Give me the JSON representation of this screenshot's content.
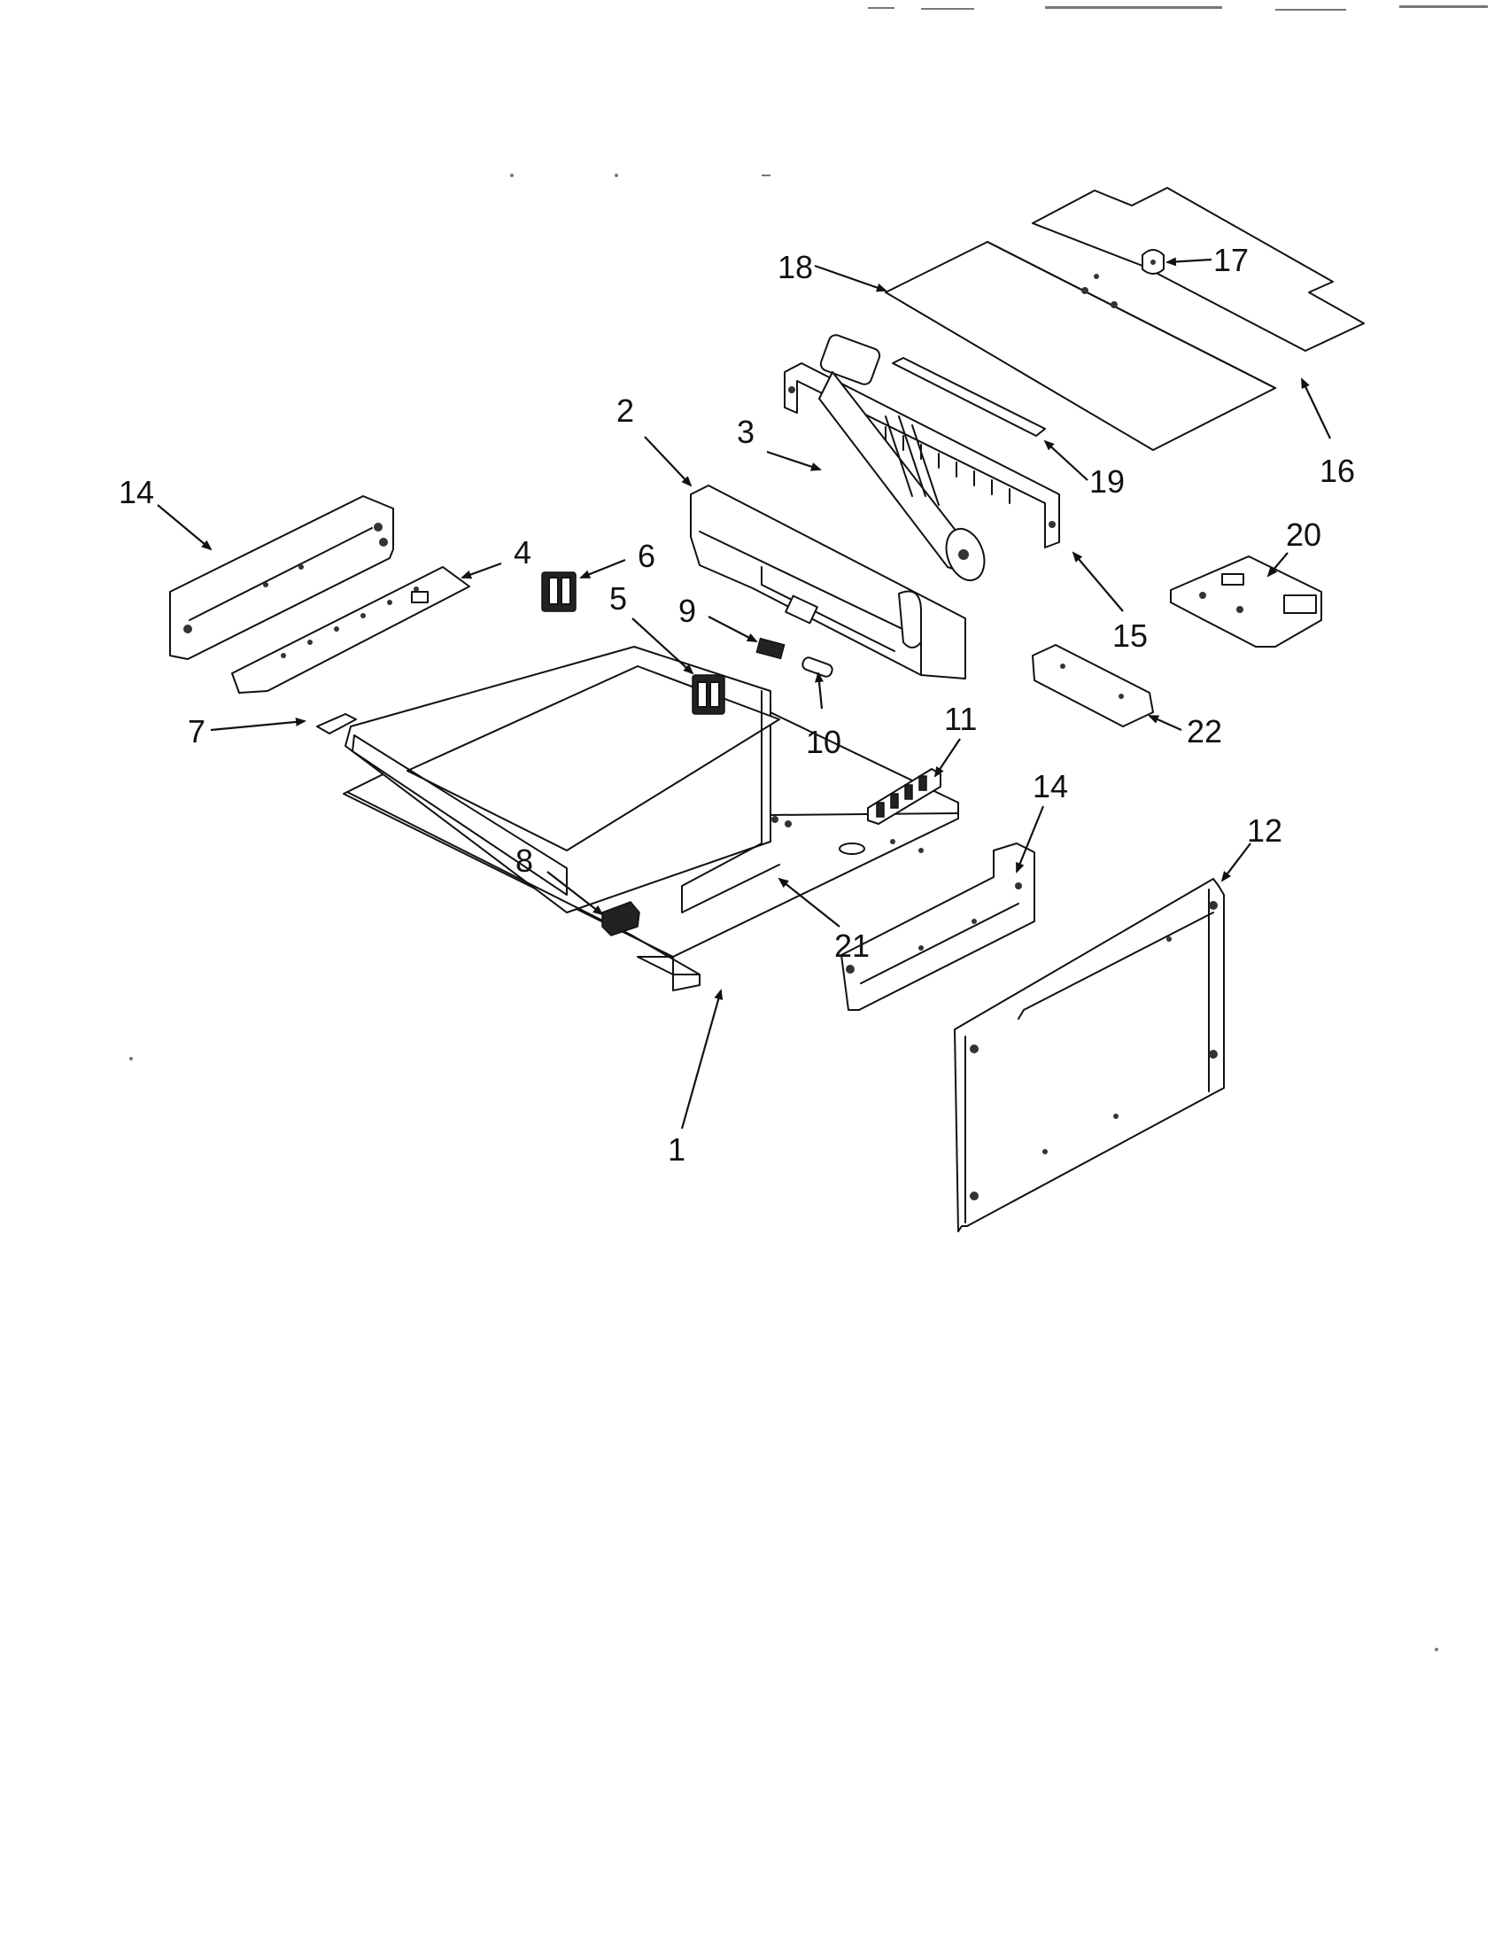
{
  "callouts": [
    {
      "id": "1",
      "label": "1"
    },
    {
      "id": "2",
      "label": "2"
    },
    {
      "id": "3",
      "label": "3"
    },
    {
      "id": "4",
      "label": "4"
    },
    {
      "id": "5",
      "label": "5"
    },
    {
      "id": "6",
      "label": "6"
    },
    {
      "id": "7",
      "label": "7"
    },
    {
      "id": "8",
      "label": "8"
    },
    {
      "id": "9",
      "label": "9"
    },
    {
      "id": "10",
      "label": "10"
    },
    {
      "id": "11",
      "label": "11"
    },
    {
      "id": "12",
      "label": "12"
    },
    {
      "id": "14a",
      "label": "14"
    },
    {
      "id": "14b",
      "label": "14"
    },
    {
      "id": "15",
      "label": "15"
    },
    {
      "id": "16",
      "label": "16"
    },
    {
      "id": "17",
      "label": "17"
    },
    {
      "id": "18",
      "label": "18"
    },
    {
      "id": "19",
      "label": "19"
    },
    {
      "id": "20",
      "label": "20"
    },
    {
      "id": "21",
      "label": "21"
    },
    {
      "id": "22",
      "label": "22"
    }
  ]
}
